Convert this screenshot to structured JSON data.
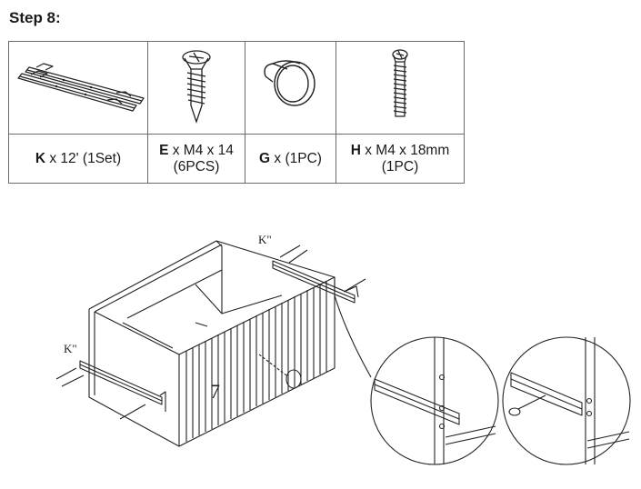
{
  "step": {
    "title": "Step 8:"
  },
  "parts": [
    {
      "code": "K",
      "spec": " x 12' (1Set)",
      "qty": "",
      "icon": "drawer-slide-rails-icon"
    },
    {
      "code": "E",
      "spec": " x M4 x 14",
      "qty": "(6PCS)",
      "icon": "wood-screw-icon"
    },
    {
      "code": "G",
      "spec": " x (1PC)",
      "qty": "",
      "icon": "knob-icon"
    },
    {
      "code": "H",
      "spec": " x M4 x 18mm",
      "qty": "(1PC)",
      "icon": "machine-screw-icon"
    }
  ],
  "diagram": {
    "label_k_right": "K\"",
    "label_k_left": "K\"",
    "panel_number": "7"
  },
  "colors": {
    "line": "#222222",
    "border": "#6b6b6b"
  }
}
